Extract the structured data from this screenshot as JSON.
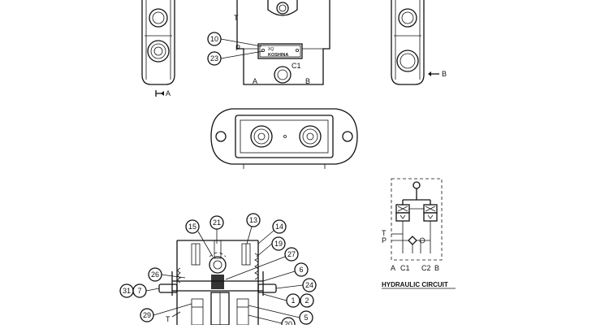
{
  "view_labels": {
    "left_arrow": "A",
    "right_arrow": "B",
    "front_T": "T",
    "front_P": "P",
    "front_A": "A",
    "front_B": "B",
    "front_C1": "C1",
    "plate_text": "KOSHINA",
    "plate_code": "XQ"
  },
  "hydraulic_circuit": {
    "title": "HYDRAULIC CIRCUIT",
    "port_T": "T",
    "port_P": "P",
    "bottom_ports": [
      "A",
      "C1",
      "C2",
      "B"
    ]
  },
  "section_bottom": {
    "port_T": "T"
  },
  "part_callouts": [
    {
      "id": "c10",
      "label": "10"
    },
    {
      "id": "c23",
      "label": "23"
    },
    {
      "id": "c15",
      "label": "15"
    },
    {
      "id": "c21",
      "label": "21"
    },
    {
      "id": "c13",
      "label": "13"
    },
    {
      "id": "c14",
      "label": "14"
    },
    {
      "id": "c19",
      "label": "19"
    },
    {
      "id": "c27",
      "label": "27"
    },
    {
      "id": "c6",
      "label": "6"
    },
    {
      "id": "c26",
      "label": "26"
    },
    {
      "id": "c24",
      "label": "24"
    },
    {
      "id": "c31",
      "label": "31"
    },
    {
      "id": "c7",
      "label": "7"
    },
    {
      "id": "c1",
      "label": "1"
    },
    {
      "id": "c2",
      "label": "2"
    },
    {
      "id": "c29",
      "label": "29"
    },
    {
      "id": "c5",
      "label": "5"
    },
    {
      "id": "c20",
      "label": "20"
    }
  ]
}
